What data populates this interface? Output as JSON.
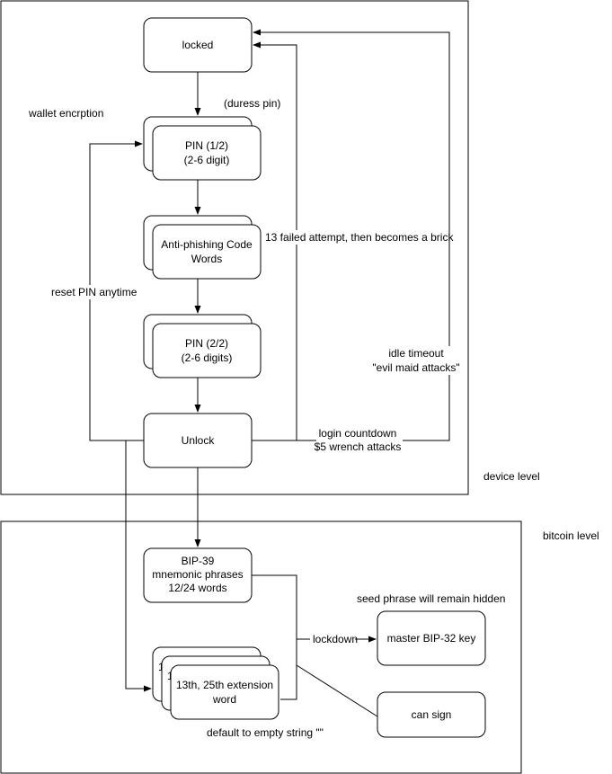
{
  "regions": {
    "device": {
      "label": "device level"
    },
    "bitcoin": {
      "label": "bitcoin level"
    }
  },
  "nodes": {
    "locked": {
      "lines": [
        "locked"
      ]
    },
    "pin1": {
      "lines": [
        "PIN (1/2)",
        "(2-6 digit)"
      ]
    },
    "anti_phishing": {
      "lines": [
        "Anti-phishing Code",
        "Words"
      ]
    },
    "pin2": {
      "lines": [
        "PIN (2/2)",
        "(2-6 digits)"
      ]
    },
    "unlock": {
      "lines": [
        "Unlock"
      ]
    },
    "bip39": {
      "lines": [
        "BIP-39",
        "mnemonic phrases",
        "12/24 words"
      ]
    },
    "extension_word": {
      "lines": [
        "13th, 25th extension",
        "word"
      ]
    },
    "master_key": {
      "lines": [
        "master BIP-32 key"
      ]
    },
    "can_sign": {
      "lines": [
        "can sign"
      ]
    }
  },
  "labels": {
    "wallet_encryption": "wallet encrption",
    "duress_pin": "(duress pin)",
    "failed_attempts": "13 failed attempt, then becomes a brick",
    "reset_pin": "reset PIN anytime",
    "idle_timeout": [
      "idle timeout",
      "\"evil maid attacks\""
    ],
    "login_countdown": [
      "login countdown",
      "$5 wrench attacks"
    ],
    "seed_hidden": "seed phrase will remain hidden",
    "lockdown": "lockdown",
    "default_empty": "default to empty string \"\""
  },
  "extension_partial_text": "1"
}
